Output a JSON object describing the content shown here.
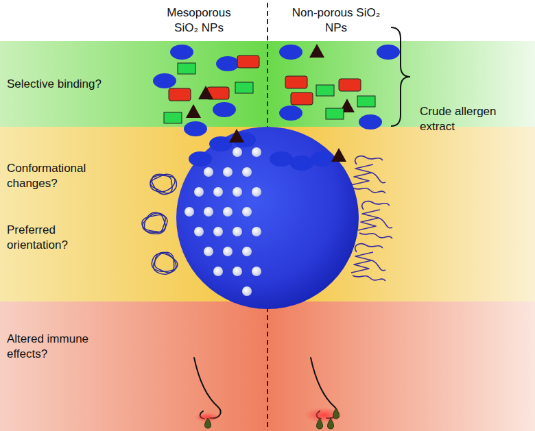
{
  "diagram": {
    "nodes": [
      {
        "text": [
          "Selective binding?",
          "Crude allergen extract"
        ]
      },
      {
        "text": [
          "Conformational changes?",
          "Preferred orientation?"
        ]
      },
      {
        "text": [
          "Altered immune effects?"
        ]
      }
    ],
    "labels": [
      "Mesoporous SiO₂ NPs",
      "Non-porous SiO₂ NPs"
    ]
  }
}
